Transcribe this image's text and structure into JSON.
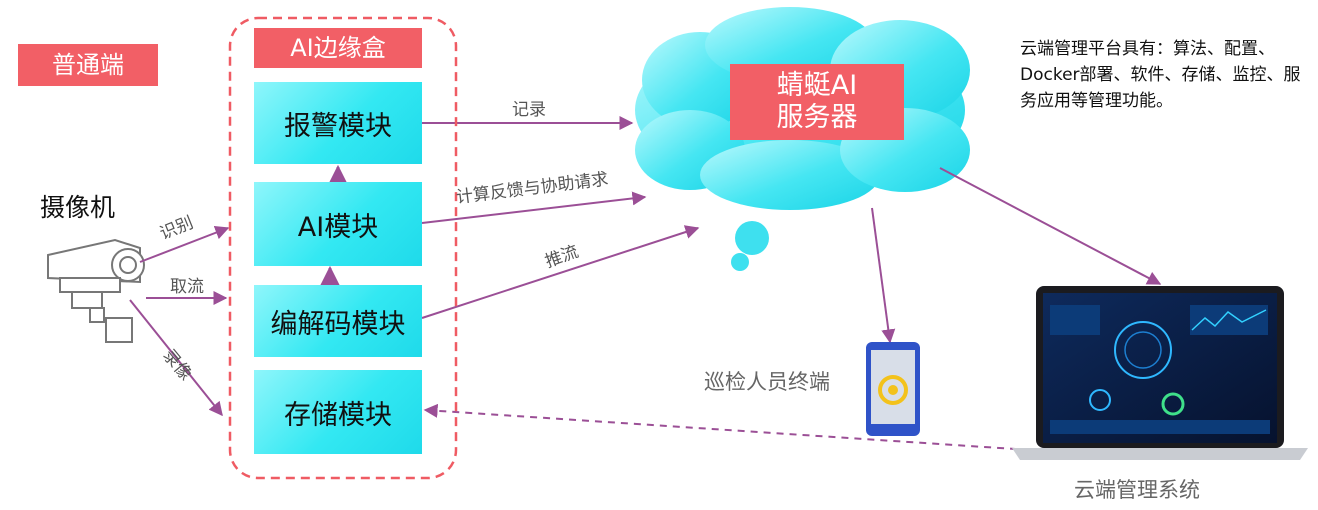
{
  "normal_end": "普通端",
  "camera": {
    "title": "摄像机"
  },
  "edge_box": {
    "title": "AI边缘盒",
    "modules": [
      "报警模块",
      "AI模块",
      "编解码模块",
      "存储模块"
    ]
  },
  "server": {
    "label": "蜻蜓AI\n服务器"
  },
  "platform_desc": "云端管理平台具有：算法、配置、Docker部署、软件、存储、监控、服务应用等管理功能。",
  "edge_labels": {
    "record": "记录",
    "feedback": "计算反馈与协助请求",
    "push": "推流",
    "recognize": "识别",
    "fetch": "取流",
    "video": "录像"
  },
  "patrol_terminal": "巡检人员终端",
  "cloud_system": "云端管理系统",
  "colors": {
    "accent_red": "#f25f66",
    "module_cyan": "#33e8f2",
    "arrow_purple": "#9b4f96",
    "cloud_cyan": "#3fe2ef",
    "phone_blue": "#2f53c8"
  }
}
